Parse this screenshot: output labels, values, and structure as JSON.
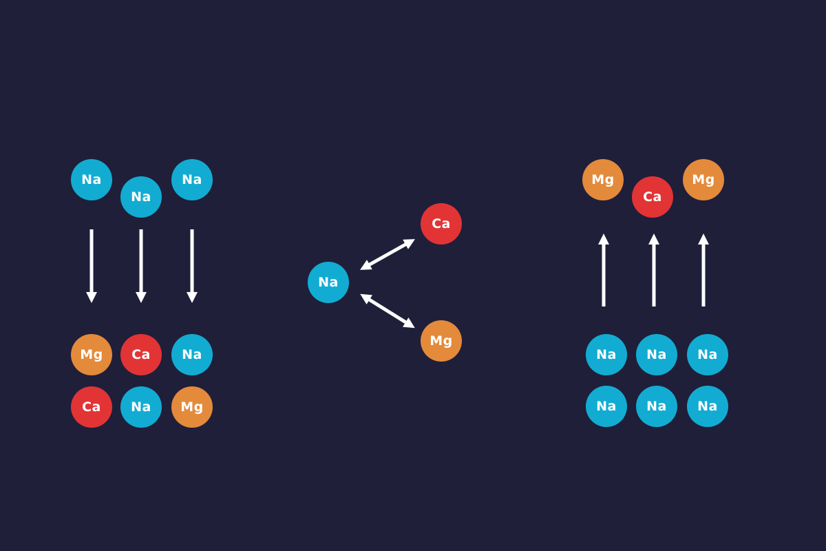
{
  "colors": {
    "background": "#1f1f3a",
    "na": "#12acd3",
    "ca": "#e23435",
    "mg": "#e48a3b",
    "arrow": "#ffffff"
  },
  "labels": {
    "na": "Na",
    "ca": "Ca",
    "mg": "Mg"
  }
}
